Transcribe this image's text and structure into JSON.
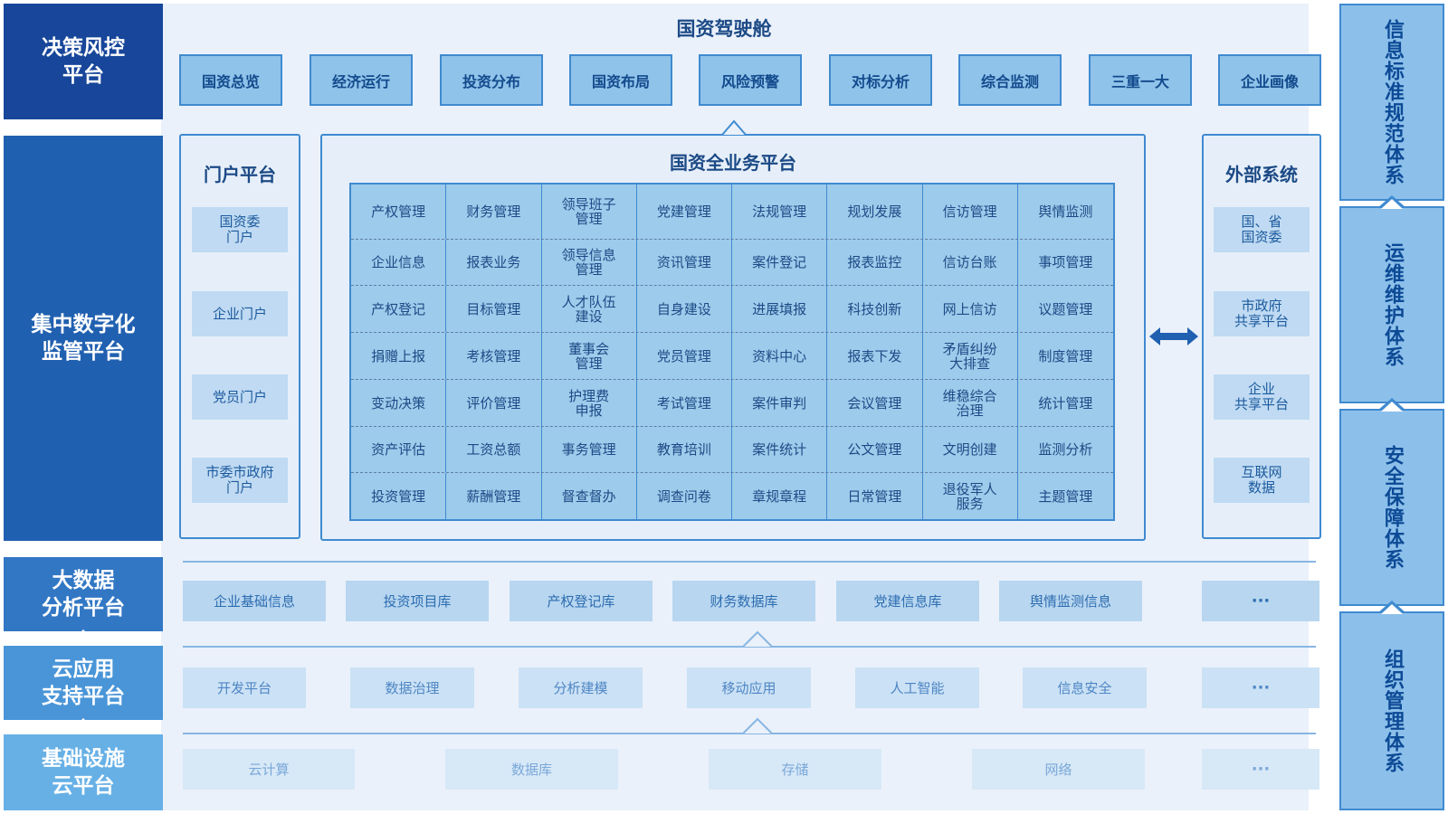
{
  "layers": [
    {
      "label": "决策风控\n平台",
      "color": "#17469a"
    },
    {
      "label": "集中数字化\n监管平台",
      "color": "#2060b0"
    },
    {
      "label": "大数据\n分析平台",
      "color": "#3277c4"
    },
    {
      "label": "云应用\n支持平台",
      "color": "#4995d8"
    },
    {
      "label": "基础设施\n云平台",
      "color": "#66b0e6"
    }
  ],
  "systems": [
    "信息标准规范体系",
    "运维维护体系",
    "安全保障体系",
    "组织管理体系"
  ],
  "cockpit": {
    "title": "国资驾驶舱",
    "items": [
      "国资总览",
      "经济运行",
      "投资分布",
      "国资布局",
      "风险预警",
      "对标分析",
      "综合监测",
      "三重一大",
      "企业画像"
    ]
  },
  "portal": {
    "title": "门户平台",
    "items": [
      "国资委\n门户",
      "企业门户",
      "党员门户",
      "市委市政府\n门户"
    ]
  },
  "business": {
    "title": "国资全业务平台",
    "rows": [
      [
        "产权管理",
        "财务管理",
        "领导班子\n管理",
        "党建管理",
        "法规管理",
        "规划发展",
        "信访管理",
        "舆情监测"
      ],
      [
        "企业信息",
        "报表业务",
        "领导信息\n管理",
        "资讯管理",
        "案件登记",
        "报表监控",
        "信访台账",
        "事项管理"
      ],
      [
        "产权登记",
        "目标管理",
        "人才队伍\n建设",
        "自身建设",
        "进展填报",
        "科技创新",
        "网上信访",
        "议题管理"
      ],
      [
        "捐赠上报",
        "考核管理",
        "董事会\n管理",
        "党员管理",
        "资料中心",
        "报表下发",
        "矛盾纠纷\n大排查",
        "制度管理"
      ],
      [
        "变动决策",
        "评价管理",
        "护理费\n申报",
        "考试管理",
        "案件审判",
        "会议管理",
        "维稳综合\n治理",
        "统计管理"
      ],
      [
        "资产评估",
        "工资总额",
        "事务管理",
        "教育培训",
        "案件统计",
        "公文管理",
        "文明创建",
        "监测分析"
      ],
      [
        "投资管理",
        "薪酬管理",
        "督查督办",
        "调查问卷",
        "章规章程",
        "日常管理",
        "退役军人\n服务",
        "主题管理"
      ]
    ]
  },
  "external": {
    "title": "外部系统",
    "items": [
      "国、省\n国资委",
      "市政府\n共享平台",
      "企业\n共享平台",
      "互联网\n数据"
    ]
  },
  "bigdata": [
    "企业基础信息",
    "投资项目库",
    "产权登记库",
    "财务数据库",
    "党建信息库",
    "舆情监测信息",
    "···"
  ],
  "cloud": [
    "开发平台",
    "数据治理",
    "分析建模",
    "移动应用",
    "人工智能",
    "信息安全",
    "···"
  ],
  "infra": [
    "云计算",
    "数据库",
    "存储",
    "网络",
    "···"
  ]
}
